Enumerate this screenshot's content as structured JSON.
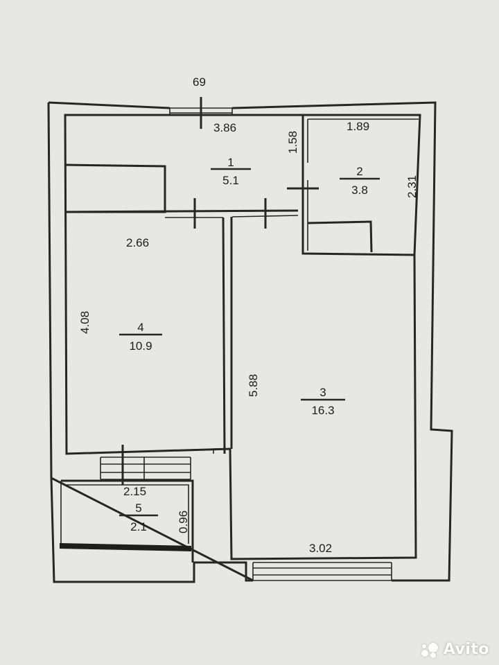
{
  "plan": {
    "top_label": "69",
    "dims": {
      "room1_width": "3.86",
      "room1_height": "1.58",
      "room2_width": "1.89",
      "room2_height": "2.31",
      "room4_width": "2.66",
      "room4_height": "4.08",
      "room3_height": "5.88",
      "room3_width": "3.02",
      "room5_width": "2.15",
      "room5_height": "0.96"
    },
    "rooms": [
      {
        "number": "1",
        "area": "5.1"
      },
      {
        "number": "2",
        "area": "3.8"
      },
      {
        "number": "3",
        "area": "16.3"
      },
      {
        "number": "4",
        "area": "10.9"
      },
      {
        "number": "5",
        "area": "2.1"
      }
    ]
  },
  "watermark": {
    "text": "Avito"
  }
}
